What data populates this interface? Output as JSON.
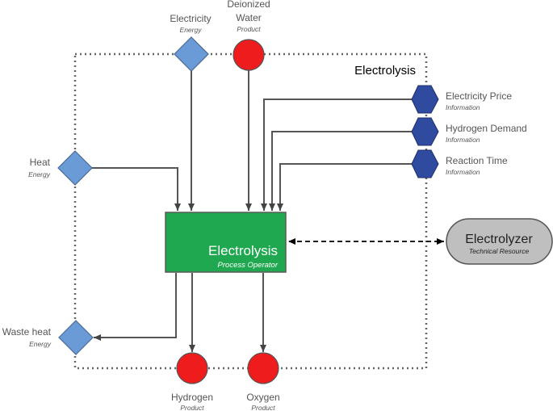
{
  "boundary": {
    "title": "Electrolysis"
  },
  "operator": {
    "title": "Electrolysis",
    "type": "Process Operator",
    "color": "#1FA84F"
  },
  "resource": {
    "title": "Electrolyzer",
    "type": "Technical Resource",
    "color": "#BFBFBF"
  },
  "inputs": [
    {
      "name": "Electricity",
      "type": "Energy",
      "shape": "diamond",
      "color": "#6A9BD6"
    },
    {
      "name_line1": "Deionized",
      "name_line2": "Water",
      "type": "Product",
      "shape": "circle",
      "color": "#EE1C1C"
    },
    {
      "name": "Heat",
      "type": "Energy",
      "shape": "diamond",
      "color": "#6A9BD6"
    }
  ],
  "information": [
    {
      "name": "Electricity Price",
      "type": "Information",
      "shape": "hexagon",
      "color": "#2E4BA0"
    },
    {
      "name": "Hydrogen Demand",
      "type": "Information",
      "shape": "hexagon",
      "color": "#2E4BA0"
    },
    {
      "name": "Reaction Time",
      "type": "Information",
      "shape": "hexagon",
      "color": "#2E4BA0"
    }
  ],
  "outputs": [
    {
      "name": "Waste heat",
      "type": "Energy",
      "shape": "diamond",
      "color": "#6A9BD6"
    },
    {
      "name": "Hydrogen",
      "type": "Product",
      "shape": "circle",
      "color": "#EE1C1C"
    },
    {
      "name": "Oxygen",
      "type": "Product",
      "shape": "circle",
      "color": "#EE1C1C"
    }
  ]
}
